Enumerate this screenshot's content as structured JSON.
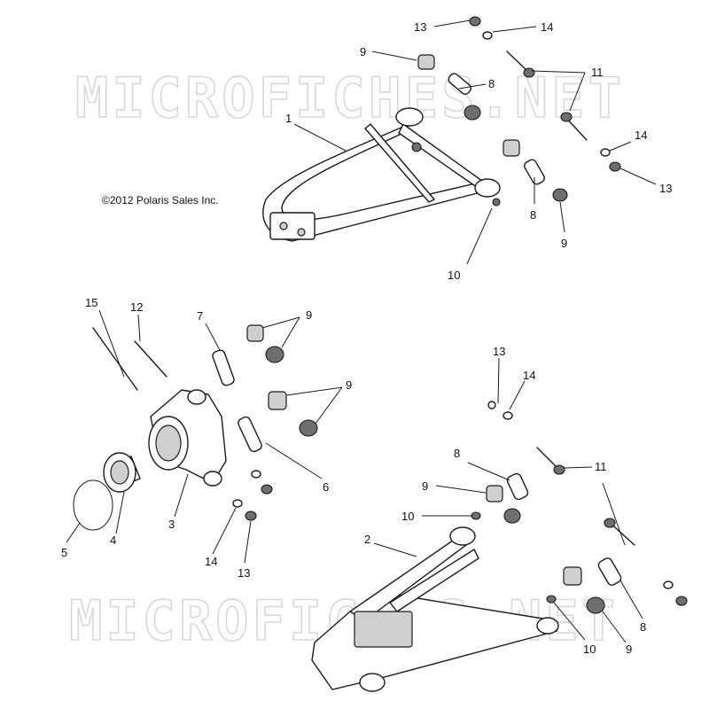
{
  "watermarks": [
    "MICROFICHES.NET",
    "MICROFICHES.NET"
  ],
  "copyright": "©2012 Polaris Sales Inc.",
  "labels": [
    {
      "id": "c13a",
      "text": "13"
    },
    {
      "id": "c14a",
      "text": "14"
    },
    {
      "id": "c9a",
      "text": "9"
    },
    {
      "id": "c8a",
      "text": "8"
    },
    {
      "id": "c11a",
      "text": "11"
    },
    {
      "id": "c1",
      "text": "1"
    },
    {
      "id": "c14b",
      "text": "14"
    },
    {
      "id": "c13b",
      "text": "13"
    },
    {
      "id": "c8b",
      "text": "8"
    },
    {
      "id": "c9b",
      "text": "9"
    },
    {
      "id": "c10a",
      "text": "10"
    },
    {
      "id": "c15",
      "text": "15"
    },
    {
      "id": "c12",
      "text": "12"
    },
    {
      "id": "c7",
      "text": "7"
    },
    {
      "id": "c9c",
      "text": "9"
    },
    {
      "id": "c9d",
      "text": "9"
    },
    {
      "id": "c6",
      "text": "6"
    },
    {
      "id": "c3",
      "text": "3"
    },
    {
      "id": "c4",
      "text": "4"
    },
    {
      "id": "c5",
      "text": "5"
    },
    {
      "id": "c14c",
      "text": "14"
    },
    {
      "id": "c13c",
      "text": "13"
    },
    {
      "id": "c13d",
      "text": "13"
    },
    {
      "id": "c14d",
      "text": "14"
    },
    {
      "id": "c8c",
      "text": "8"
    },
    {
      "id": "c11b",
      "text": "11"
    },
    {
      "id": "c9e",
      "text": "9"
    },
    {
      "id": "c10b",
      "text": "10"
    },
    {
      "id": "c2",
      "text": "2"
    },
    {
      "id": "c10c",
      "text": "10"
    },
    {
      "id": "c9f",
      "text": "9"
    },
    {
      "id": "c8d",
      "text": "8"
    }
  ]
}
